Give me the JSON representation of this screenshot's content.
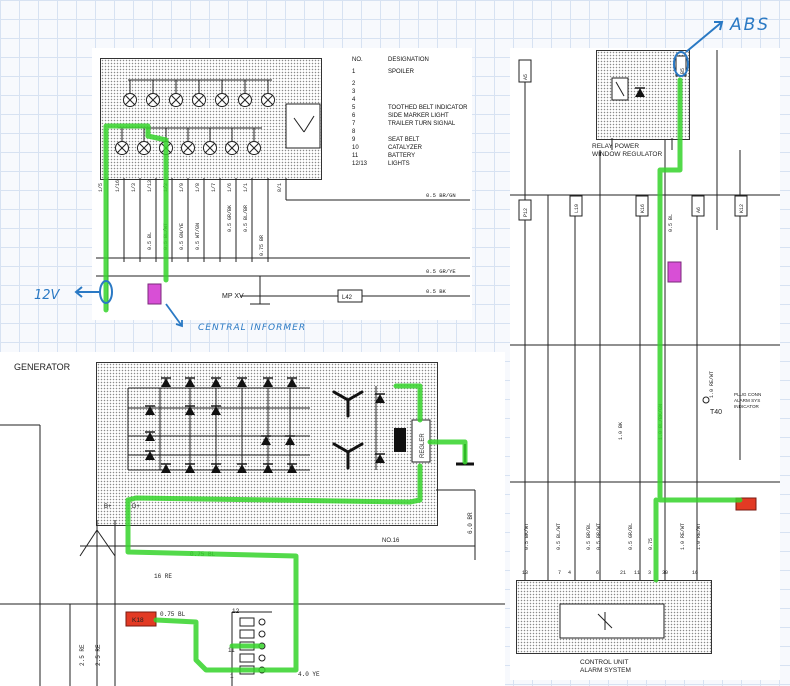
{
  "annotations": {
    "abs": "ABS",
    "v12": "12V",
    "central_informer": "CENTRAL INFORMER"
  },
  "legend": {
    "header_no": "NO.",
    "header_desc": "DESIGNATION",
    "rows": [
      {
        "no": "1",
        "desc": "SPOILER"
      },
      {
        "no": "2",
        "desc": ""
      },
      {
        "no": "3",
        "desc": ""
      },
      {
        "no": "4",
        "desc": ""
      },
      {
        "no": "5",
        "desc": "TOOTHED BELT INDICATOR"
      },
      {
        "no": "6",
        "desc": "SIDE MARKER LIGHT"
      },
      {
        "no": "7",
        "desc": "TRAILER TURN SIGNAL"
      },
      {
        "no": "8",
        "desc": ""
      },
      {
        "no": "9",
        "desc": "SEAT BELT"
      },
      {
        "no": "10",
        "desc": "CATALYZER"
      },
      {
        "no": "11",
        "desc": "BATTERY"
      },
      {
        "no": "12/13",
        "desc": "LIGHTS"
      }
    ]
  },
  "labels": {
    "generator": "GENERATOR",
    "mp": "MP XV",
    "l42": "L42",
    "relay": "RELAY POWER",
    "window_regulator": "WINDOW REGULATOR",
    "control_unit": "CONTROL UNIT",
    "alarm_system": "ALARM SYSTEM",
    "t40": "T40",
    "plug_conn": "PLUG CONN",
    "alarm_sys_short": "ALARM SYS",
    "indicator": "INDICATOR",
    "no16": "NO.16",
    "regler": "REGLER",
    "k18": "K18",
    "twelve": "12",
    "eleven": "11",
    "one": "1"
  },
  "wires": {
    "bk": "0.5 BK",
    "br_gn": "0.5 BR/GN",
    "gr_ye": "0.5 GR/YE",
    "bl_top": "0.5 BL",
    "bl_wt": "0.5 BL/WT",
    "gn_ye": "0.5 GN/YE",
    "wt_gn": "0.5 WT/GN",
    "gr_bk": "0.5 GR/BK",
    "bl_br": "0.5 BL/BR",
    "br_075": "0.75 BR",
    "br_60": "6.0 BR",
    "bl_075": "0.75 BL",
    "re_16": "16 RE",
    "re_25a": "2.5 RE",
    "re_25b": "2.5 RE",
    "ye_40": "4.0 YE",
    "bl_075b": "0.75 BL",
    "gn_bl": "0.5 GN/BL",
    "bl_05r": "0.5 BL",
    "bl_bk_gn": "1.0 BL/BK/GN",
    "re_wt": "1.0 RE/WT",
    "bk_1": "1.0 BK",
    "bk_wt_bot": "0.5 BK/WT",
    "bl_wt_bot": "0.5 BL/WT",
    "br_bl": "0.5 BR/BL",
    "br_wt": "0.5 BR/WT",
    "gr_bl": "0.5 GR/BL",
    "bl_075c": "0.75",
    "re_wt_bot": "1.0 RE/WT",
    "re_wt_bot2": "1.0 RE/WT"
  },
  "pins": {
    "top_row": [
      "1/5",
      "1/16",
      "1/3",
      "1/13",
      "1/2",
      "1/9",
      "1/8",
      "1/7",
      "1/6",
      "1/1",
      "8/1"
    ],
    "right_top": [
      "A5",
      "P12",
      "L19",
      "K16",
      "H9",
      "A6",
      "K12"
    ],
    "bottom_ctrl": [
      "13",
      "7",
      "4",
      "6",
      "21",
      "11",
      "3",
      "30",
      "16"
    ],
    "b5": "B5"
  },
  "colors": {
    "highlight": "#35d42a",
    "annotation": "#2a79c4",
    "magenta_connector": "#d84fd6",
    "red_connector": "#e23a24"
  }
}
